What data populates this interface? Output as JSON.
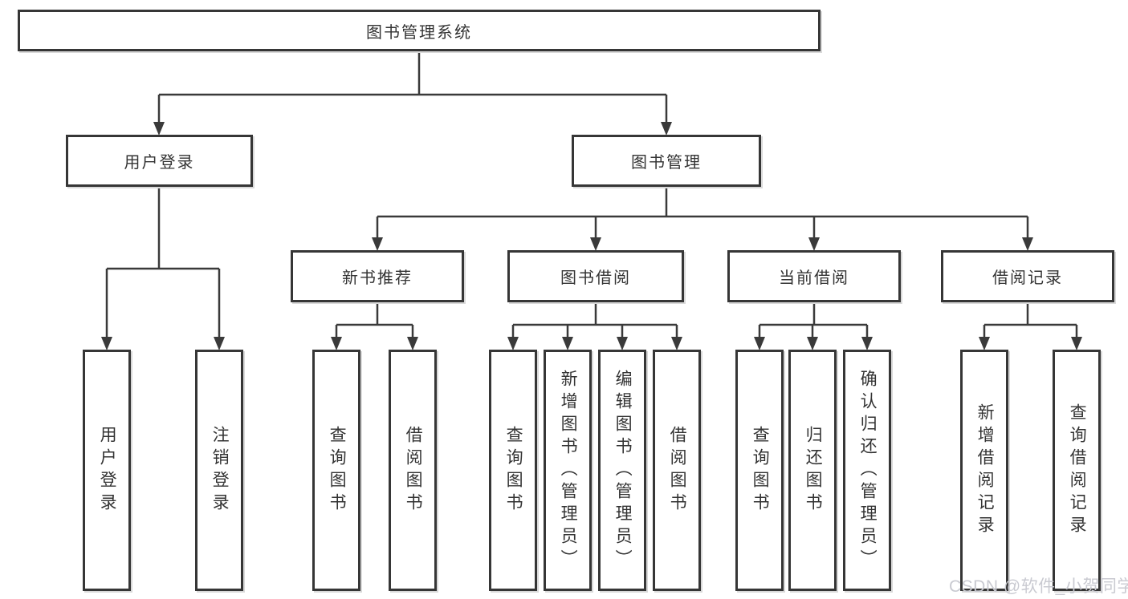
{
  "diagram": {
    "title": "图书管理系统",
    "root": "图书管理系统",
    "branches": [
      {
        "label": "用户登录",
        "children": [
          "用户登录",
          "注销登录"
        ]
      },
      {
        "label": "图书管理",
        "groups": [
          {
            "label": "新书推荐",
            "children": [
              "查询图书",
              "借阅图书"
            ]
          },
          {
            "label": "图书借阅",
            "children": [
              "查询图书",
              "新增图书（管理员）",
              "编辑图书（管理员）",
              "借阅图书"
            ]
          },
          {
            "label": "当前借阅",
            "children": [
              "查询图书",
              "归还图书",
              "确认归还（管理员）"
            ]
          },
          {
            "label": "借阅记录",
            "children": [
              "新增借阅记录",
              "查询借阅记录"
            ]
          }
        ]
      }
    ]
  },
  "watermark": {
    "text": "CSDN @软件_小贺同学"
  },
  "colors": {
    "line": "#3a3a3a",
    "box_border": "#363636",
    "text": "#333333",
    "watermark": "#c9cad1",
    "background": "#ffffff"
  }
}
